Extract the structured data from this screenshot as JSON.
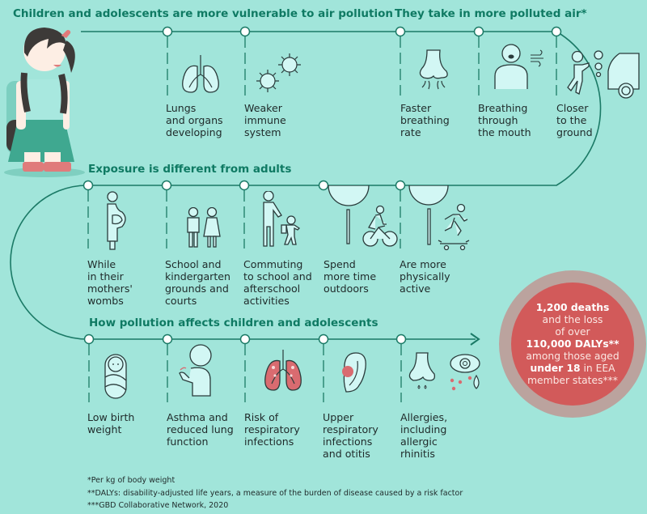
{
  "sections": [
    {
      "heading": "Children and adolescents are more vulnerable to air pollution"
    },
    {
      "heading": "They take in more polluted air*"
    },
    {
      "heading": "Exposure is different from adults"
    },
    {
      "heading": "How pollution affects children and adolescents"
    }
  ],
  "row1": {
    "items": [
      {
        "icon": "lungs-icon",
        "label": "Lungs\nand organs\ndeveloping"
      },
      {
        "icon": "virus-icon",
        "label": "Weaker\nimmune\nsystem"
      },
      {
        "icon": "nose-icon",
        "label": "Faster\nbreathing\nrate"
      },
      {
        "icon": "mouth-breathing-icon",
        "label": "Breathing\nthrough\nthe mouth"
      },
      {
        "icon": "child-near-car-icon",
        "label": "Closer\nto the\nground"
      }
    ]
  },
  "row2": {
    "items": [
      {
        "icon": "pregnant-woman-icon",
        "label": "While\nin their\nmothers'\nwombs"
      },
      {
        "icon": "school-children-icon",
        "label": "School and\nkindergarten\ngrounds and\ncourts"
      },
      {
        "icon": "adult-with-child-icon",
        "label": "Commuting\nto school and\nafterschool\nactivities"
      },
      {
        "icon": "cyclist-tree-icon",
        "label": "Spend\nmore time\noutdoors"
      },
      {
        "icon": "skateboarder-tree-icon",
        "label": "Are more\nphysically\nactive"
      }
    ]
  },
  "row3": {
    "items": [
      {
        "icon": "swaddled-baby-icon",
        "label": "Low birth\nweight"
      },
      {
        "icon": "coughing-person-icon",
        "label": "Asthma and\nreduced lung\nfunction"
      },
      {
        "icon": "infected-lungs-icon",
        "label": "Risk of\nrespiratory\ninfections"
      },
      {
        "icon": "ear-infection-icon",
        "label": "Upper\nrespiratory\ninfections\nand otitis"
      },
      {
        "icon": "allergy-nose-eye-icon",
        "label": "Allergies,\nincluding\nallergic\nrhinitis"
      }
    ]
  },
  "stat": {
    "deaths": "1,200 deaths",
    "line2": "and the loss",
    "line3": "of over",
    "dalys": "110,000 DALYs**",
    "line5": "among those aged",
    "age_bold": "under 18",
    "age_rest": " in EEA",
    "line7": "member states***"
  },
  "footnotes": [
    "*Per kg of body weight",
    "**DALYs: disability-adjusted life years, a measure of the burden of disease caused by a risk factor",
    "***GBD Collaborative Network, 2020"
  ],
  "colors": {
    "background": "#a1e5da",
    "heading": "#0f7a63",
    "line": "#1b7a66",
    "icon_fill": "#d2f7f4",
    "icon_stroke": "#2a3b3b",
    "stat_outer": "#bba39e",
    "stat_inner": "#d25a5a",
    "accent_red": "#d96b70"
  }
}
